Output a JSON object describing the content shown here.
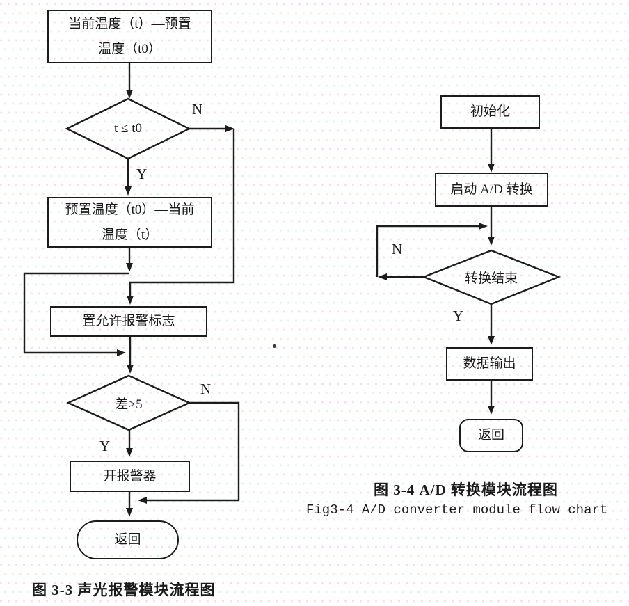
{
  "figure": {
    "left_flowchart": {
      "caption": "图 3-3 声光报警模块流程图",
      "nodes": {
        "calc_current_minus_preset": "当前温度（t）—预置温度（t0）",
        "decision_t_le_t0": "t ≤ t0",
        "calc_preset_minus_current": "预置温度（t0）—当前温度（t）",
        "set_alarm_flag": "置允许报警标志",
        "decision_diff_gt_5": "差>5",
        "alarm_on": "开报警器",
        "return": "返回"
      },
      "branch_labels": {
        "t_no": "N",
        "t_yes": "Y",
        "diff_no": "N",
        "diff_yes": "Y"
      }
    },
    "right_flowchart": {
      "caption_cn": "图 3-4 A/D 转换模块流程图",
      "caption_en": "Fig3-4 A/D converter module flow chart",
      "nodes": {
        "init": "初始化",
        "start_ad": "启动 A/D 转换",
        "decision_done": "转换结束",
        "data_output": "数据输出",
        "return": "返回"
      },
      "branch_labels": {
        "done_no": "N",
        "done_yes": "Y"
      }
    },
    "colors": {
      "line": "#1c1c1c",
      "background": "#ffffff",
      "scan_dot_pink": "#fcd9f1",
      "scan_dot_green": "#e2f3dc"
    }
  }
}
